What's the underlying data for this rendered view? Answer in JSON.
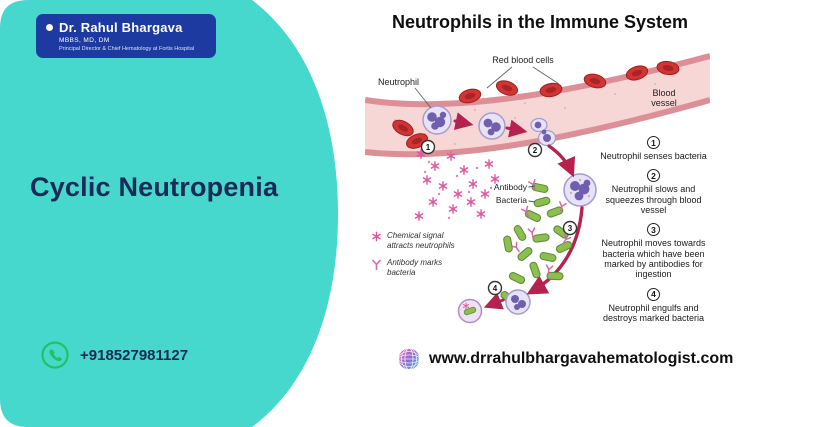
{
  "colors": {
    "teal": "#46d7cd",
    "navy": "#1b2a56",
    "badge_blue": "#1c3aa0",
    "whatsapp_green": "#23c15e",
    "arrow_red": "#b5224e",
    "signal_pink": "#e0559f",
    "bacteria_green": "#8cbf4f"
  },
  "left": {
    "badge": {
      "name": "Dr. Rahul Bhargava",
      "degrees": "MBBS, MD, DM",
      "subtitle": "Principal Director & Chief Hematology at Fortis Hospital"
    },
    "title": "Cyclic Neutropenia",
    "phone": "+918527981127"
  },
  "right": {
    "title": "Neutrophils in the Immune System",
    "labels": {
      "neutrophil": "Neutrophil",
      "red_blood_cells": "Red blood cells",
      "blood_vessel_line1": "Blood",
      "blood_vessel_line2": "vessel",
      "antibody": "Antibody",
      "bacteria": "Bacteria"
    },
    "legend": [
      {
        "icon": "chemical-signal-star",
        "text": "Chemical signal attracts neutrophils"
      },
      {
        "icon": "antibody-y",
        "text": "Antibody marks bacteria"
      }
    ],
    "steps": [
      {
        "num": "1",
        "text": "Neutrophil senses bacteria"
      },
      {
        "num": "2",
        "text": "Neutrophil slows and squeezes through blood vessel"
      },
      {
        "num": "3",
        "text": "Neutrophil moves towards bacteria which have been marked by antibodies for ingestion"
      },
      {
        "num": "4",
        "text": "Neutrophil engulfs and destroys marked bacteria"
      }
    ],
    "website": "www.drrahulbhargavahematologist.com"
  }
}
